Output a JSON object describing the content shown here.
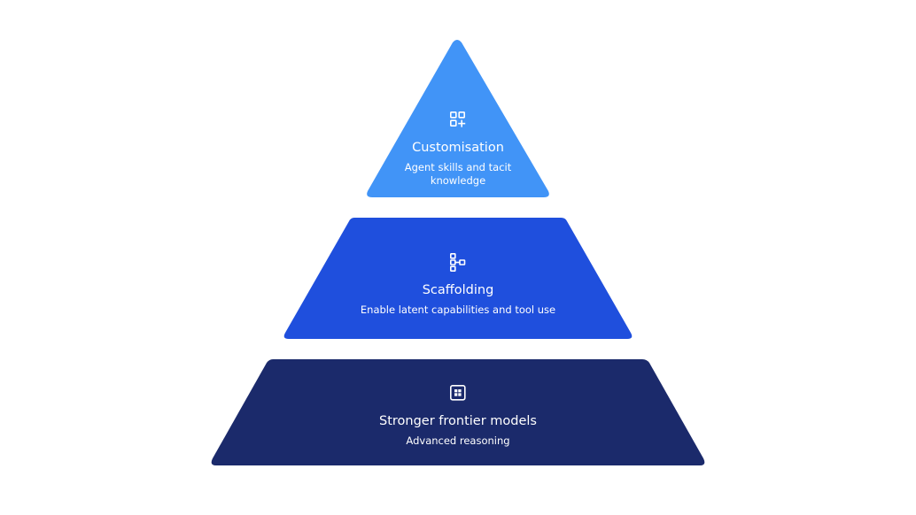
{
  "pyramid": {
    "tiers": [
      {
        "icon": "apps-add-icon",
        "title": "Customisation",
        "subtitle_lines": [
          "Agent skills and tacit",
          "knowledge"
        ],
        "color": "#4194f7"
      },
      {
        "icon": "hierarchy-icon",
        "title": "Scaffolding",
        "subtitle_lines": [
          "Enable latent capabilities and tool use"
        ],
        "color": "#1f4fdd"
      },
      {
        "icon": "grid-icon",
        "title": "Stronger frontier models",
        "subtitle_lines": [
          "Advanced reasoning"
        ],
        "color": "#1b2a6b"
      }
    ]
  }
}
